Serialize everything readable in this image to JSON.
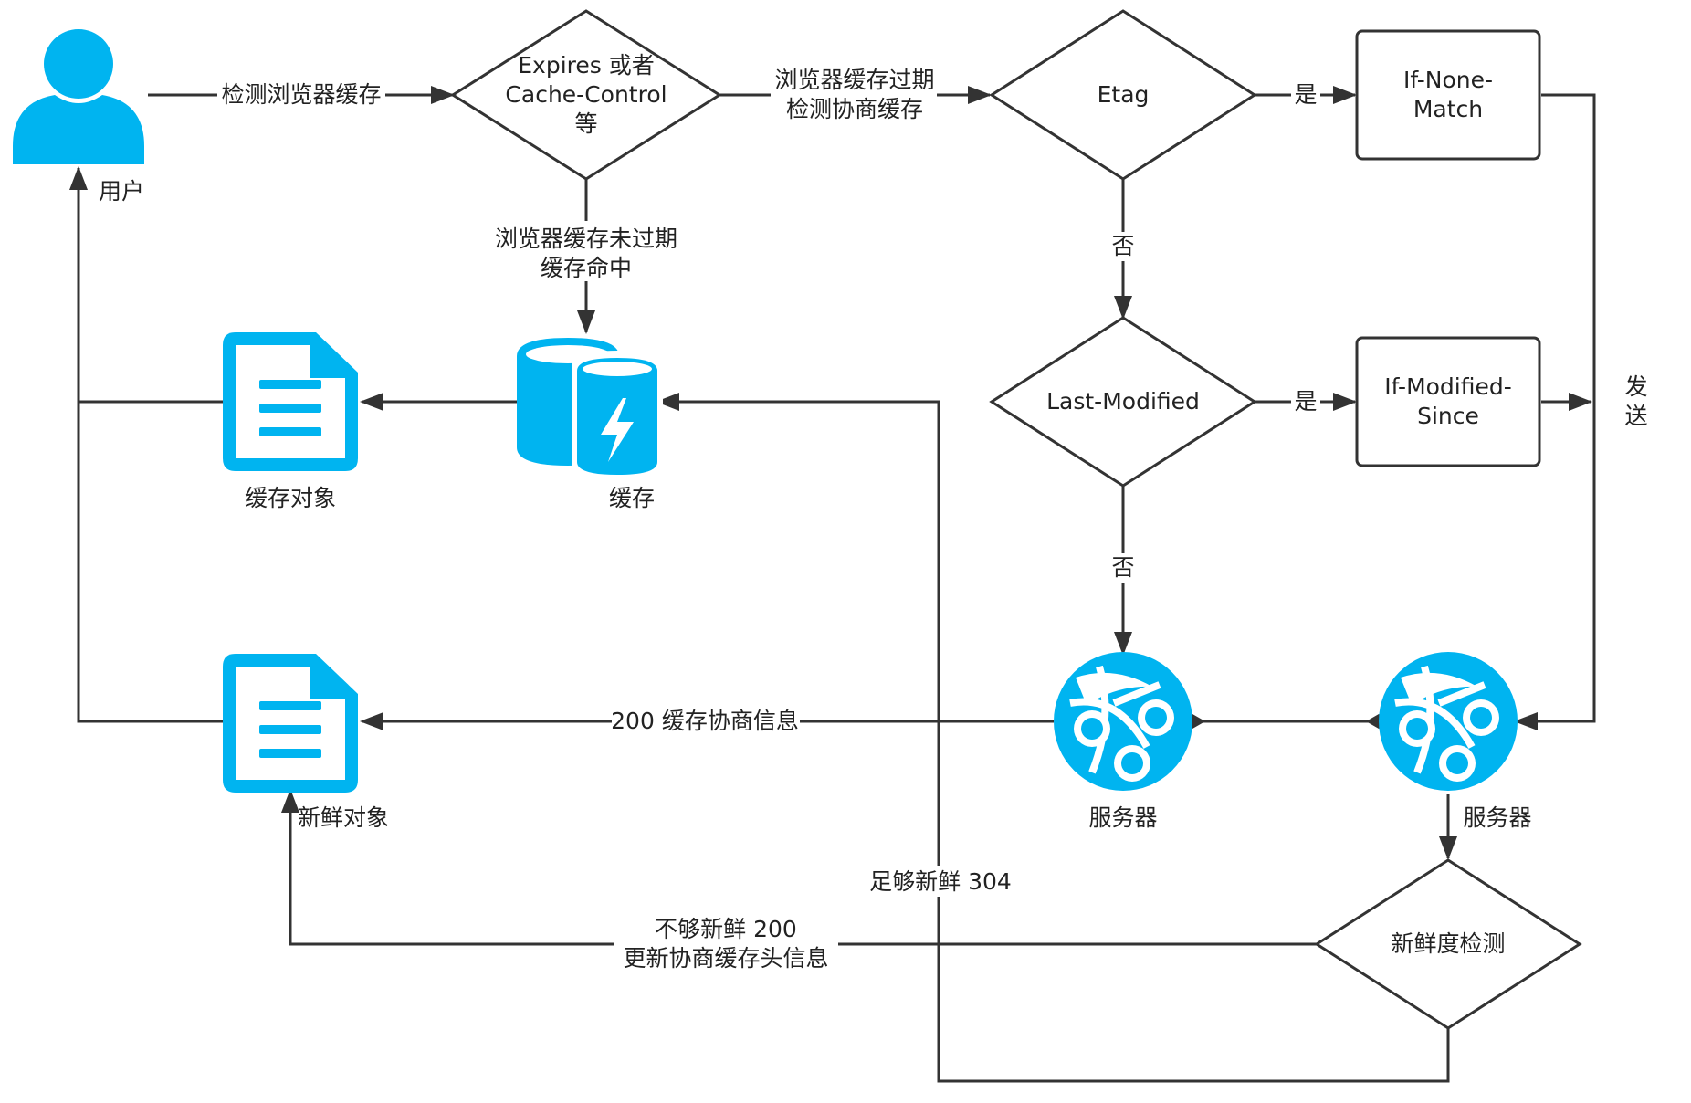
{
  "nodes": {
    "user": "用户",
    "decision_expires": [
      "Expires 或者",
      "Cache-Control",
      "等"
    ],
    "decision_etag": "Etag",
    "box_if_none_match": [
      "If-None-",
      "Match"
    ],
    "decision_last_modified": "Last-Modified",
    "box_if_modified_since": [
      "If-Modified-",
      "Since"
    ],
    "cache_object": "缓存对象",
    "cache": "缓存",
    "fresh_object": "新鲜对象",
    "server_left": "服务器",
    "server_right": "服务器",
    "decision_freshness": "新鲜度检测"
  },
  "edges": {
    "check_browser_cache": "检测浏览器缓存",
    "expired_negotiate": [
      "浏览器缓存过期",
      "检测协商缓存"
    ],
    "not_expired_hit": [
      "浏览器缓存未过期",
      "缓存命中"
    ],
    "yes_etag": "是",
    "no_etag": "否",
    "yes_last_modified": "是",
    "no_last_modified": "否",
    "send": [
      "发",
      "送"
    ],
    "response_200": "200 缓存协商信息",
    "fresh_304": "足够新鲜 304",
    "not_fresh_200": [
      "不够新鲜 200",
      "更新协商缓存头信息"
    ]
  },
  "colors": {
    "icon": "#00b4f0",
    "stroke": "#333333"
  },
  "icons": {
    "user": "user-icon",
    "cache": "database-lightning-icon",
    "document": "document-icon",
    "server": "globe-network-icon"
  }
}
